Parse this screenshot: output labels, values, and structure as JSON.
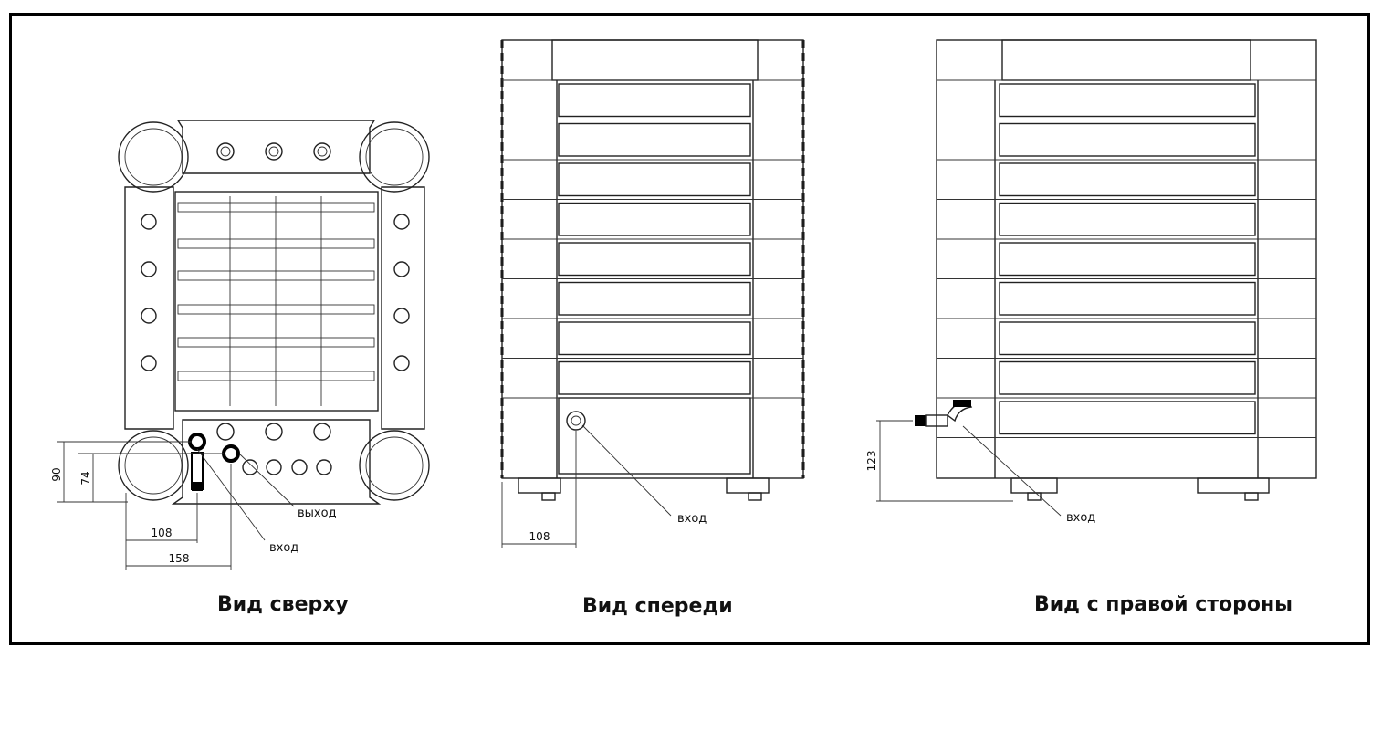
{
  "views": {
    "top": {
      "caption": "Вид сверху",
      "labels": {
        "outlet": "выход",
        "inlet": "вход"
      },
      "dimensions": {
        "h1": "90",
        "h2": "74",
        "w1": "108",
        "w2": "158"
      }
    },
    "front": {
      "caption": "Вид спереди",
      "labels": {
        "inlet": "вход"
      },
      "dimensions": {
        "w1": "108"
      }
    },
    "right": {
      "caption": "Вид с правой стороны",
      "labels": {
        "inlet": "вход"
      },
      "dimensions": {
        "h1": "123"
      }
    }
  },
  "colors": {
    "line": "#222222",
    "frame": "#000000",
    "background": "#ffffff"
  }
}
